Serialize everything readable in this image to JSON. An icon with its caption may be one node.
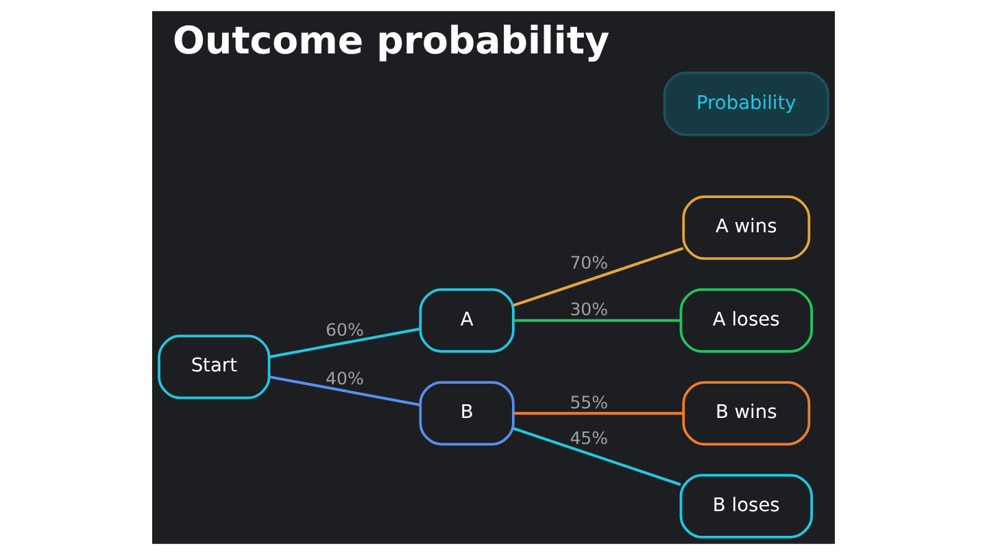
{
  "diagram": {
    "title": "Outcome probability",
    "nodes": [
      {
        "text": [
          "Probability"
        ]
      },
      {
        "text": [
          "Start"
        ]
      },
      {
        "text": [
          "A"
        ]
      },
      {
        "text": [
          "B"
        ]
      },
      {
        "text": [
          "A wins"
        ]
      },
      {
        "text": [
          "A loses"
        ]
      },
      {
        "text": [
          "B wins"
        ]
      },
      {
        "text": [
          "B loses"
        ]
      }
    ],
    "edges": [
      {
        "from": 1,
        "to": 2,
        "arrow": "none",
        "label": "60%"
      },
      {
        "from": 1,
        "to": 3,
        "arrow": "none",
        "label": "40%",
        "color": "#5b8def"
      },
      {
        "from": 2,
        "to": 4,
        "arrow": "none",
        "label": "70%",
        "color": "#e8a33a"
      },
      {
        "from": 2,
        "to": 5,
        "arrow": "none",
        "label": "30%",
        "color": "#22c55e"
      },
      {
        "from": 3,
        "to": 6,
        "arrow": "none",
        "label": "55%",
        "color": "#f07c2a"
      },
      {
        "from": 3,
        "to": 7,
        "arrow": "none",
        "label": "45%"
      }
    ]
  }
}
